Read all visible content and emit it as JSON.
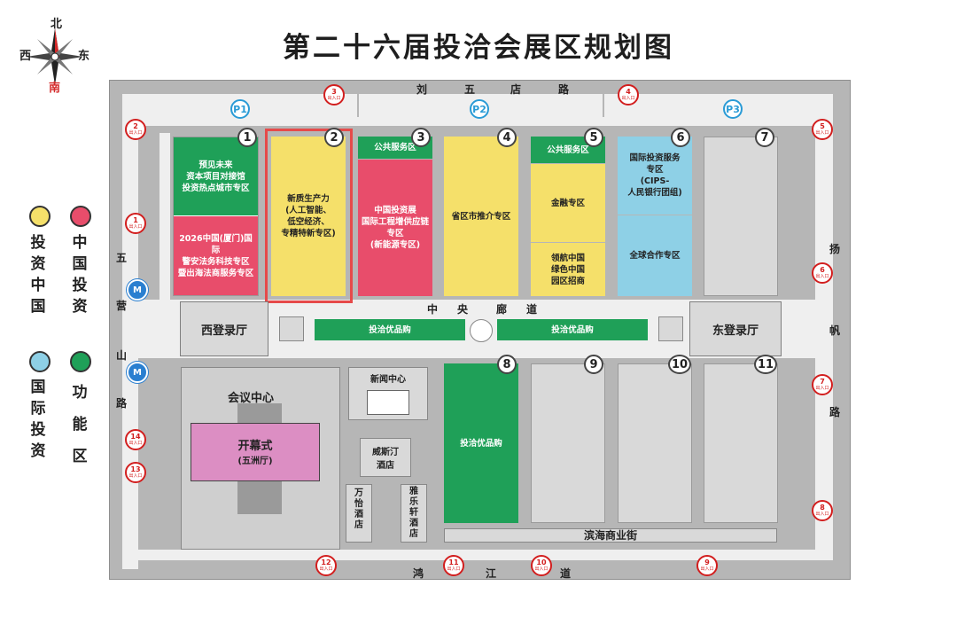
{
  "title": "第二十六届投洽会展区规划图",
  "compass": {
    "north": "北",
    "south": "南",
    "east": "东",
    "west": "西"
  },
  "legend": {
    "yellow": {
      "color": "#f5e06a",
      "label": "投资中国"
    },
    "red": {
      "color": "#e84d6b",
      "label": "中国投资"
    },
    "blue": {
      "color": "#8ed0e6",
      "label": "国际投资"
    },
    "green": {
      "color": "#1fa058",
      "label": "功能区"
    }
  },
  "roads": {
    "north": [
      "刘",
      "五",
      "店",
      "路"
    ],
    "south": [
      "鸿",
      "江",
      "道"
    ],
    "west": [
      "五",
      "营",
      "山",
      "路"
    ],
    "east": [
      "扬",
      "帆",
      "路"
    ],
    "corridor": [
      "中",
      "央",
      "廊",
      "道"
    ],
    "binhai": "滨海商业街"
  },
  "parking": [
    "P1",
    "P2",
    "P3"
  ],
  "metro_icon": "metro-icon",
  "halls": {
    "h1": {
      "num": "1",
      "top": "预见未来\n资本项目对接馆\n投资热点城市专区",
      "bottom": "2026中国(厦门)国际\n警安法务科技专区\n暨出海法商服务专区"
    },
    "h2": {
      "num": "2",
      "text": "新质生产力\n(人工智能、\n低空经济、\n专精特新专区)"
    },
    "h3": {
      "num": "3",
      "top": "公共服务区",
      "bottom": "中国投资展\n国际工程增供应链\n专区\n(新能源专区)"
    },
    "h4": {
      "num": "4",
      "text": "省区市推介专区"
    },
    "h5": {
      "num": "5",
      "top": "公共服务区",
      "mid": "金融专区",
      "bottom": "领航中国\n绿色中国\n园区招商"
    },
    "h6": {
      "num": "6",
      "top": "国际投资服务\n专区\n(CIPS-\n人民银行团组)",
      "bottom": "全球合作专区"
    },
    "h7": {
      "num": "7"
    },
    "h8": {
      "num": "8",
      "text": "投洽优品购"
    },
    "h9": {
      "num": "9"
    },
    "h10": {
      "num": "10"
    },
    "h11": {
      "num": "11"
    }
  },
  "corridor_shops": [
    "投洽优品购",
    "投洽优品购"
  ],
  "lobbies": {
    "west": "西登录厅",
    "east": "东登录厅"
  },
  "conference": {
    "name": "会议中心",
    "opening": "开幕式",
    "opening_sub": "(五洲厅)"
  },
  "news_center": "新闻中心",
  "hotels": {
    "venice": "威斯汀\n酒店",
    "wanyi": "万\n怡\n酒\n店",
    "yale": "雅\n乐\n轩\n酒\n店"
  },
  "exit_label": "出入口",
  "exits": [
    "1",
    "2",
    "3",
    "4",
    "5",
    "6",
    "7",
    "8",
    "9",
    "10",
    "11",
    "12",
    "13",
    "14"
  ]
}
